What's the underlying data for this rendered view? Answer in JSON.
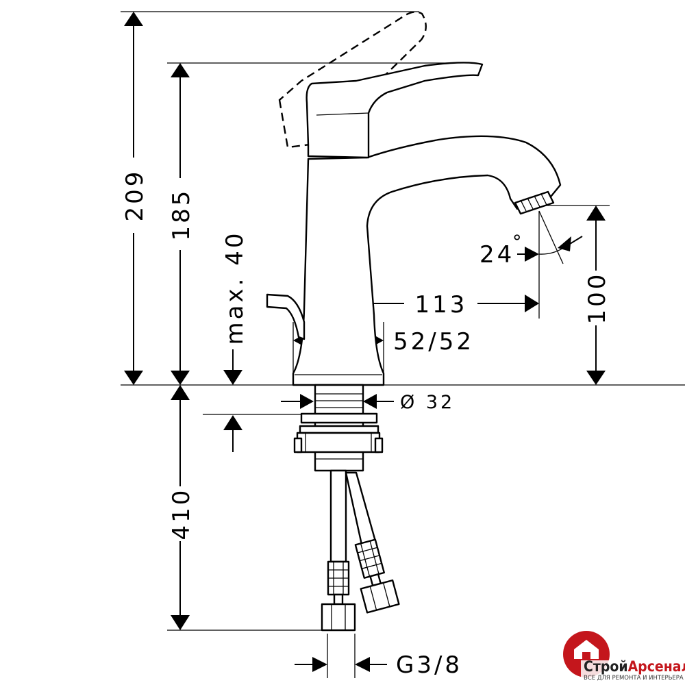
{
  "dimensions": {
    "overall_height": "209",
    "spout_height": "185",
    "max_deck": "max. 40",
    "spout_angle": "24",
    "degree_symbol": "°",
    "reach": "113",
    "clearance": "100",
    "escutcheon": "52/52",
    "shank_diameter": "Ø 32",
    "hose_length": "410",
    "connection": "G3/8"
  },
  "watermark": {
    "brand_part1": "Строй",
    "brand_part2": "Арсенал",
    "tagline": "ВСЕ ДЛЯ РЕМОНТА И ИНТЕРЬЕРА",
    "colors": {
      "primary": "#c4161c",
      "text": "#222222"
    }
  }
}
